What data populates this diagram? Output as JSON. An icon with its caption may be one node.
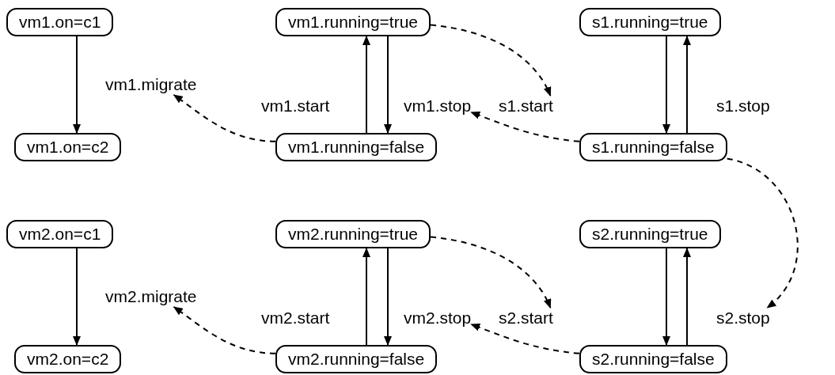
{
  "diagram": {
    "nodes": [
      {
        "text": [
          "vm1.on=c1"
        ]
      },
      {
        "text": [
          "vm1.on=c2"
        ]
      },
      {
        "text": [
          "vm1.running=true"
        ]
      },
      {
        "text": [
          "vm1.running=false"
        ]
      },
      {
        "text": [
          "s1.running=true"
        ]
      },
      {
        "text": [
          "s1.running=false"
        ]
      },
      {
        "text": [
          "vm2.on=c1"
        ]
      },
      {
        "text": [
          "vm2.on=c2"
        ]
      },
      {
        "text": [
          "vm2.running=true"
        ]
      },
      {
        "text": [
          "vm2.running=false"
        ]
      },
      {
        "text": [
          "s2.running=true"
        ]
      },
      {
        "text": [
          "s2.running=false"
        ]
      },
      {
        "text": [
          "vm1.migrate"
        ]
      },
      {
        "text": [
          "vm1.start"
        ]
      },
      {
        "text": [
          "vm1.stop"
        ]
      },
      {
        "text": [
          "s1.start"
        ]
      },
      {
        "text": [
          "s1.stop"
        ]
      },
      {
        "text": [
          "vm2.migrate"
        ]
      },
      {
        "text": [
          "vm2.start"
        ]
      },
      {
        "text": [
          "vm2.stop"
        ]
      },
      {
        "text": [
          "s2.start"
        ]
      },
      {
        "text": [
          "s2.stop"
        ]
      }
    ],
    "edges": [
      {
        "from": 0,
        "to": 1,
        "arrow": "to"
      },
      {
        "from": 3,
        "to": 2,
        "arrow": "to"
      },
      {
        "from": 2,
        "to": 3,
        "arrow": "to"
      },
      {
        "from": 4,
        "to": 5,
        "arrow": "to"
      },
      {
        "from": 5,
        "to": 4,
        "arrow": "to"
      },
      {
        "from": 2,
        "to": 15,
        "arrow": "to",
        "style": "dashed"
      },
      {
        "from": 5,
        "to": 14,
        "arrow": "to",
        "style": "dashed"
      },
      {
        "from": 3,
        "to": 12,
        "arrow": "to",
        "style": "dashed"
      },
      {
        "from": 5,
        "to": 21,
        "arrow": "to",
        "style": "dashed"
      },
      {
        "from": 6,
        "to": 7,
        "arrow": "to"
      },
      {
        "from": 9,
        "to": 8,
        "arrow": "to"
      },
      {
        "from": 8,
        "to": 9,
        "arrow": "to"
      },
      {
        "from": 10,
        "to": 11,
        "arrow": "to"
      },
      {
        "from": 11,
        "to": 10,
        "arrow": "to"
      },
      {
        "from": 8,
        "to": 20,
        "arrow": "to",
        "style": "dashed"
      },
      {
        "from": 11,
        "to": 19,
        "arrow": "to",
        "style": "dashed"
      },
      {
        "from": 9,
        "to": 17,
        "arrow": "to",
        "style": "dashed"
      }
    ]
  }
}
